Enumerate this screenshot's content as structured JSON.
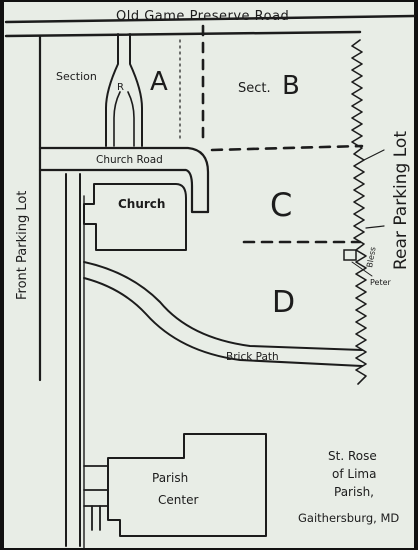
{
  "map": {
    "colors": {
      "paper": "#e8ede6",
      "ink": "#1c1c1c",
      "border": "#111111"
    },
    "roads": {
      "top": "Old Game Preserve Road",
      "church_road": "Church Road",
      "brick_path": "Brick Path"
    },
    "lots": {
      "front": "Front Parking Lot",
      "rear": "Rear Parking Lot"
    },
    "buildings": {
      "church": "Church",
      "parish_center_line1": "Parish",
      "parish_center_line2": "Center"
    },
    "sections": {
      "a_prefix": "Section",
      "a": "A",
      "b_prefix": "Sect.",
      "b": "B",
      "c": "C",
      "d": "D"
    },
    "markers": {
      "peter": "Peter",
      "bless": "Bless"
    },
    "caption": {
      "line1": "St. Rose",
      "line2": "of Lima",
      "line3": "Parish,",
      "line4": "Gaithersburg, MD"
    }
  }
}
